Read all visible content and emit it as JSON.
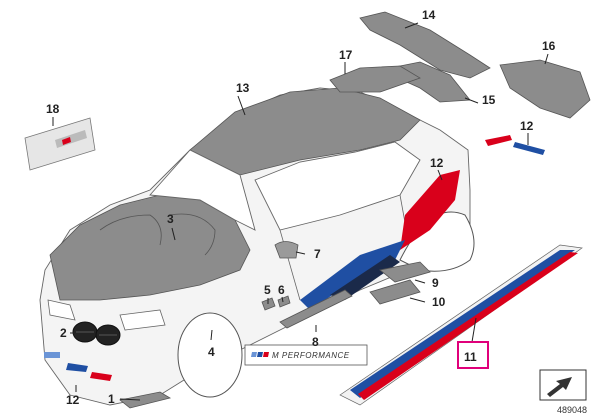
{
  "diagram": {
    "callouts": [
      {
        "id": "c1",
        "label": "1"
      },
      {
        "id": "c2",
        "label": "2"
      },
      {
        "id": "c3",
        "label": "3"
      },
      {
        "id": "c4",
        "label": "4"
      },
      {
        "id": "c5",
        "label": "5"
      },
      {
        "id": "c6",
        "label": "6"
      },
      {
        "id": "c7",
        "label": "7"
      },
      {
        "id": "c8",
        "label": "8"
      },
      {
        "id": "c9",
        "label": "9"
      },
      {
        "id": "c10",
        "label": "10"
      },
      {
        "id": "c11",
        "label": "11"
      },
      {
        "id": "c12a",
        "label": "12"
      },
      {
        "id": "c12b",
        "label": "12"
      },
      {
        "id": "c12c",
        "label": "12"
      },
      {
        "id": "c13",
        "label": "13"
      },
      {
        "id": "c14",
        "label": "14"
      },
      {
        "id": "c15",
        "label": "15"
      },
      {
        "id": "c16",
        "label": "16"
      },
      {
        "id": "c17",
        "label": "17"
      },
      {
        "id": "c18",
        "label": "18"
      }
    ],
    "highlighted_part": "11",
    "door_sill_text": "M PERFORMANCE",
    "document_number": "489048"
  },
  "colors": {
    "highlight": "#e0007a",
    "stripe_red": "#d9001b",
    "stripe_blue": "#1f4fa3",
    "stripe_dark": "#1b2a4a",
    "carbon": "#8c8c8c"
  }
}
